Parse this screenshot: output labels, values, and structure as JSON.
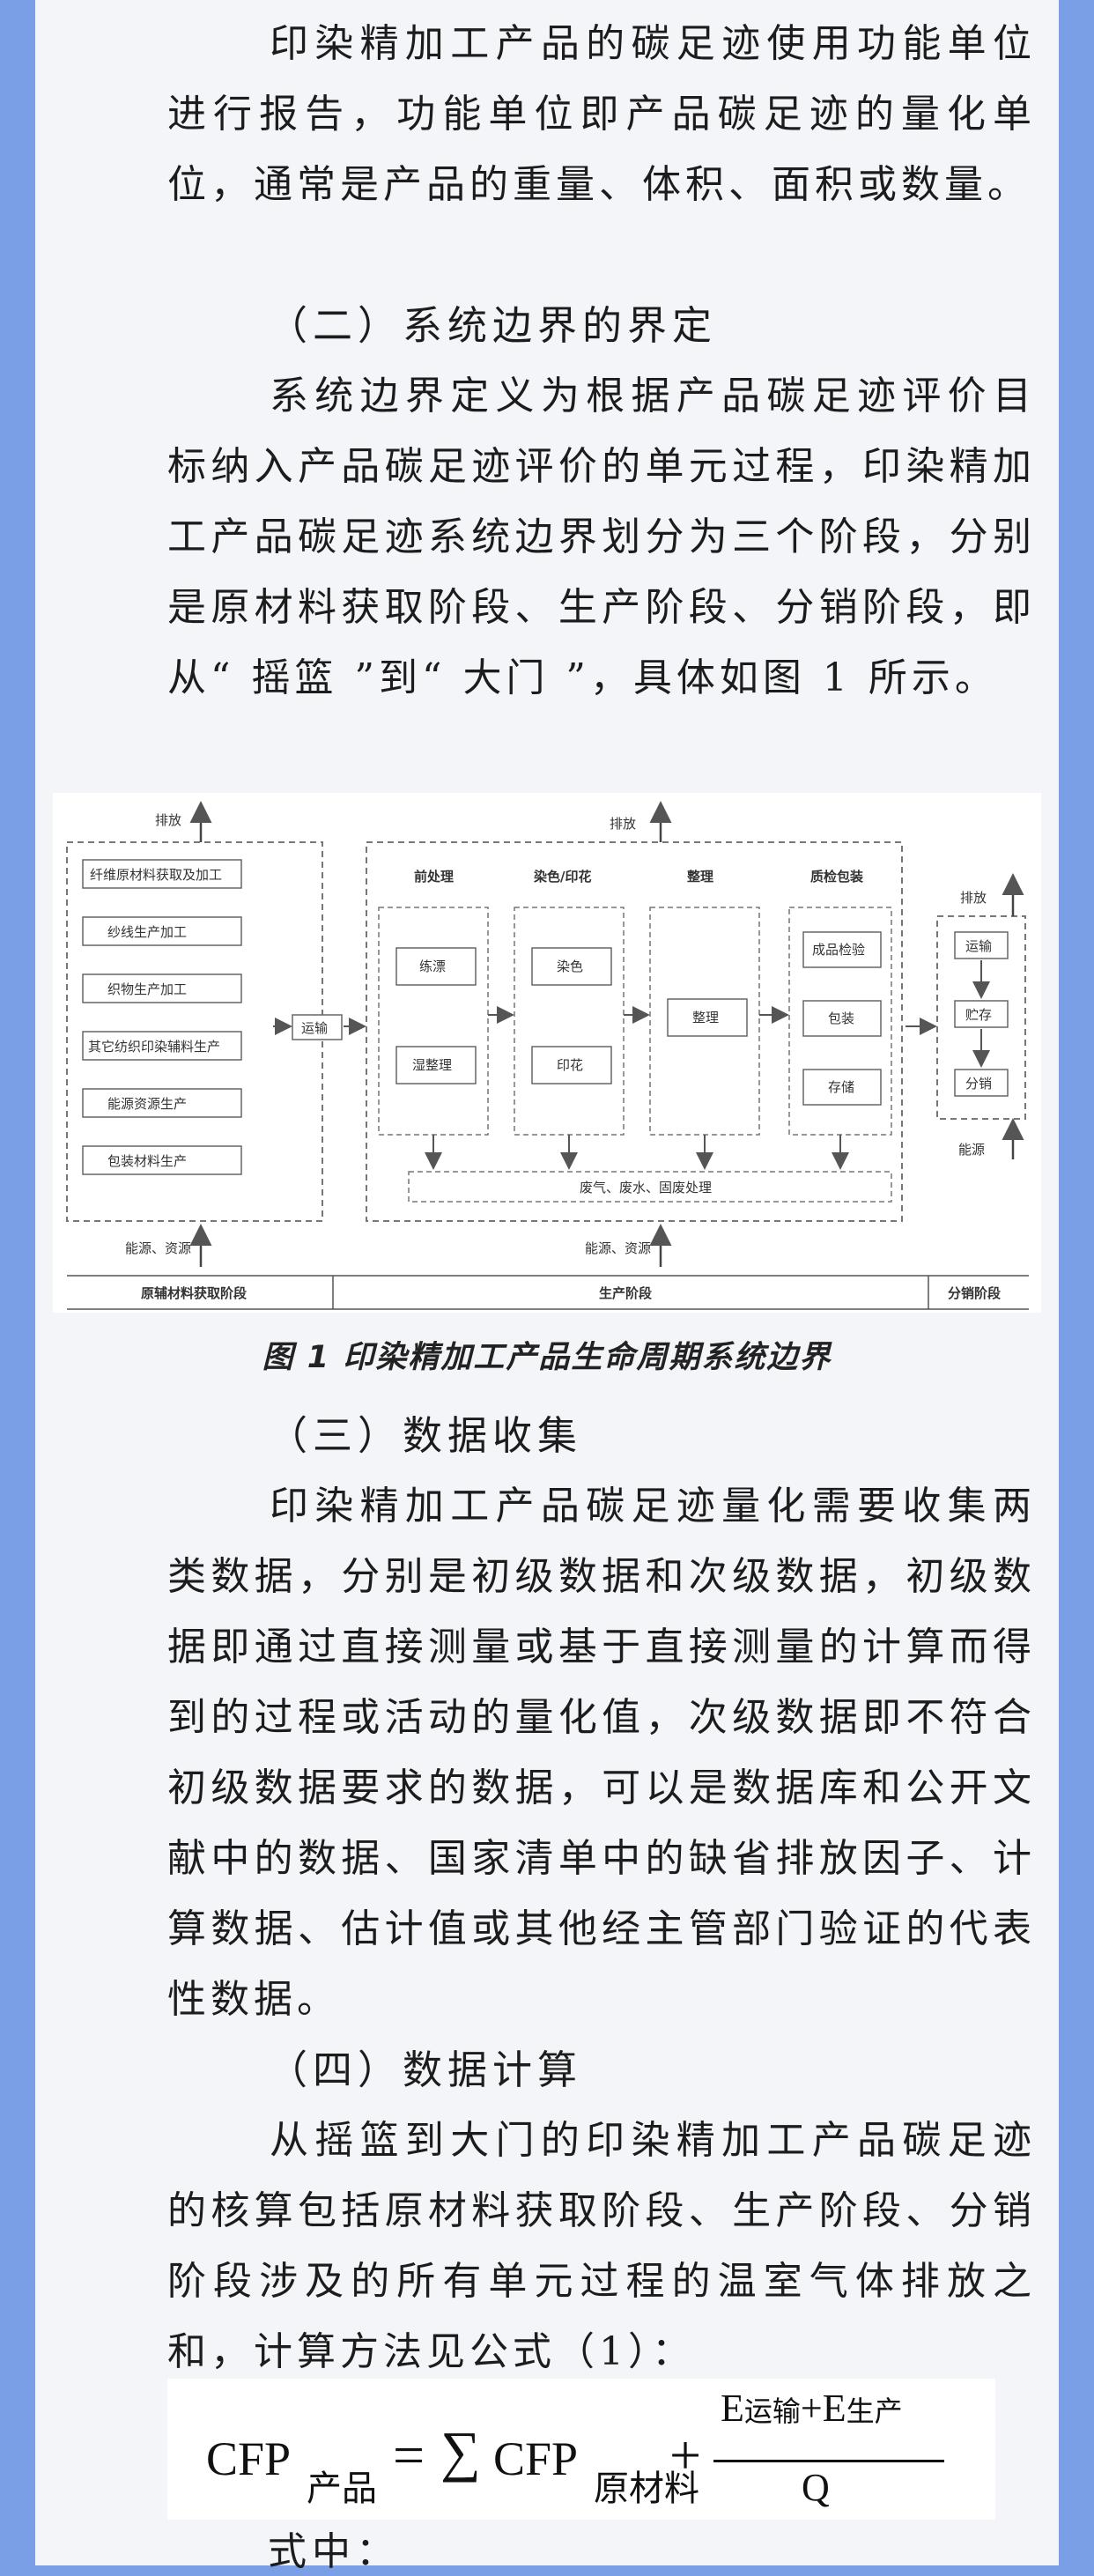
{
  "paragraphs": {
    "p1": "印染精加工产品的碳足迹使用功能单位进行报告，功能单位即产品碳足迹的量化单位，通常是产品的重量、体积、面积或数量。",
    "h2": "（二）系统边界的界定",
    "p2": "系统边界定义为根据产品碳足迹评价目标纳入产品碳足迹评价的单元过程，印染精加工产品碳足迹系统边界划分为三个阶段，分别是原材料获取阶段、生产阶段、分销阶段，即从“ 摇篮 ”到“ 大门 ”，具体如图 1 所示。",
    "h3": "（三）数据收集",
    "p3": "印染精加工产品碳足迹量化需要收集两类数据，分别是初级数据和次级数据，初级数据即通过直接测量或基于直接测量的计算而得到的过程或活动的量化值，次级数据即不符合初级数据要求的数据，可以是数据库和公开文献中的数据、国家清单中的缺省排放因子、计算数据、估计值或其他经主管部门验证的代表性数据。",
    "h4": "（四）数据计算",
    "p4": "从摇篮到大门的印染精加工产品碳足迹的核算包括原材料获取阶段、生产阶段、分销阶段涉及的所有单元过程的温室气体排放之和，计算方法见公式（1）：",
    "trailing": "式中："
  },
  "figure": {
    "caption": "图 1 印染精加工产品生命周期系统边界",
    "emission_left": "排放",
    "emission_mid": "排放",
    "emission_right": "排放",
    "raw_items": [
      "纤维原材料获取及加工",
      "纱线生产加工",
      "织物生产加工",
      "其它纺织印染辅料生产",
      "能源资源生产",
      "包装材料生产"
    ],
    "transport": "运输",
    "stages": {
      "pre": {
        "title": "前处理",
        "items": [
          "练漂",
          "湿整理"
        ]
      },
      "dye": {
        "title": "染色/印花",
        "items": [
          "染色",
          "印花"
        ]
      },
      "finish": {
        "title": "整理",
        "items": [
          "整理"
        ]
      },
      "qc": {
        "title": "质检包装",
        "items": [
          "成品检验",
          "包装",
          "存储"
        ]
      }
    },
    "waste": "废气、废水、固废处理",
    "energy_left": "能源、资源",
    "energy_mid": "能源、资源",
    "energy_right": "能源",
    "dist_items": [
      "运输",
      "贮存",
      "分销"
    ],
    "stage_labels": {
      "raw": "原辅材料获取阶段",
      "prod": "生产阶段",
      "dist": "分销阶段"
    }
  },
  "formula": {
    "lhs": "CFP",
    "lhs_sub": "产品",
    "eq": "=",
    "sum": "∑",
    "term": "CFP",
    "term_sub": "原材料",
    "plus": "+",
    "num_e1": "E",
    "num_e1_sub": "运输",
    "num_plus": "+",
    "num_e2": "E",
    "num_e2_sub": "生产",
    "den": "Q"
  }
}
